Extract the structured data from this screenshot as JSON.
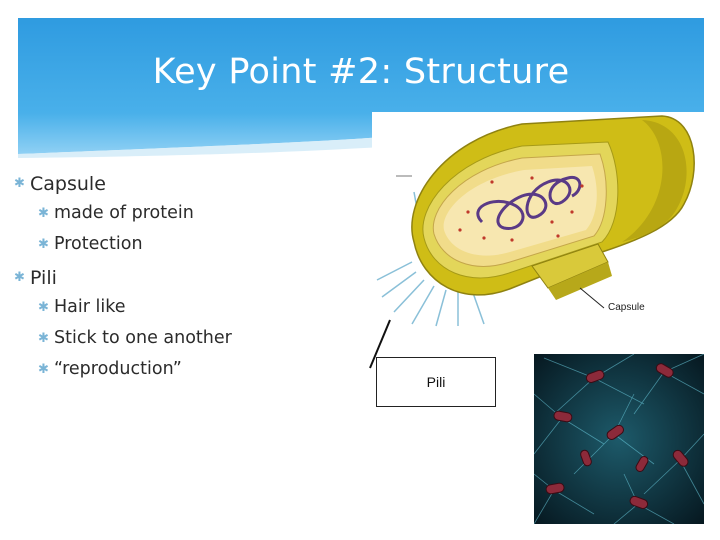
{
  "slide": {
    "title": "Key Point #2: Structure",
    "bullets": [
      {
        "text": "Capsule",
        "sub": [
          "made of protein",
          "Protection"
        ]
      },
      {
        "text": "Pili",
        "sub": [
          "Hair like",
          "Stick to one another",
          "“reproduction”"
        ]
      }
    ],
    "diagram_label": "Capsule",
    "callout_label": "Pili"
  },
  "colors": {
    "title_band": "#3aa3e2",
    "title_text": "#ffffff",
    "body_text": "#2b2b2b",
    "bullet_mark": "#7ab4d6",
    "capsule_yellow": "#d4c21a",
    "photo_background": "#0a1e28"
  },
  "icons": [
    "asterisk-bullet-icon"
  ]
}
